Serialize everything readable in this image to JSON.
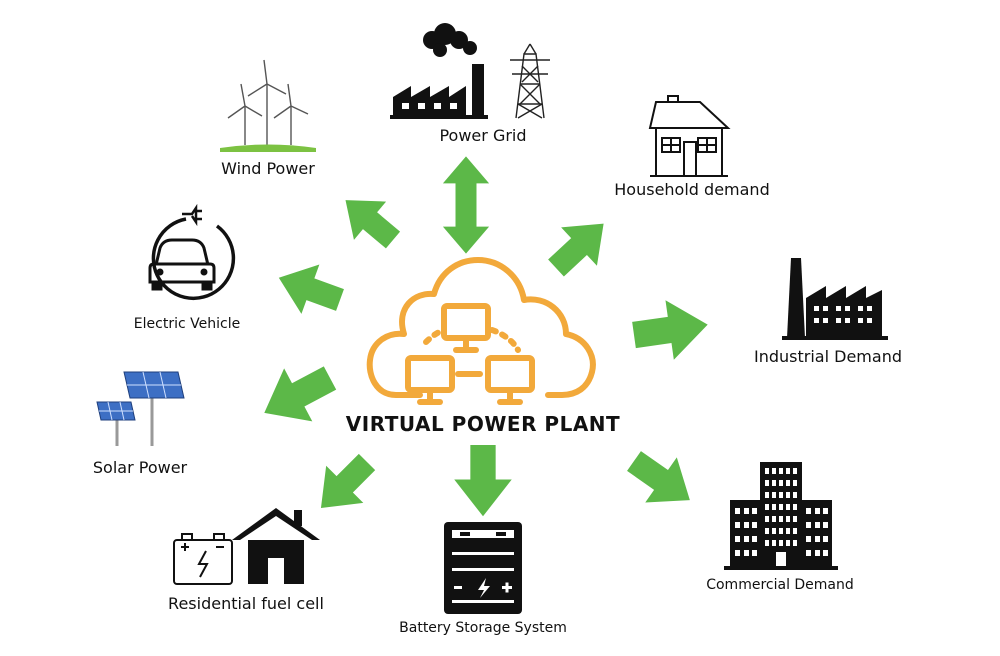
{
  "diagram": {
    "center_title": "VIRTUAL POWER PLANT",
    "colors": {
      "arrow": "#5cb848",
      "cloud": "#f2a93b",
      "icon": "#111111",
      "solar": "#3d6fc4",
      "wind_grass": "#7cc242"
    },
    "nodes": [
      {
        "id": "power-grid",
        "label": "Power Grid",
        "icon": "factory-pylon-icon",
        "flow": "bidirectional"
      },
      {
        "id": "wind-power",
        "label": "Wind Power",
        "icon": "wind-turbine-icon",
        "flow": "outward"
      },
      {
        "id": "household",
        "label": "Household demand",
        "icon": "house-icon",
        "flow": "outward"
      },
      {
        "id": "electric-vehicle",
        "label": "Electric Vehicle",
        "icon": "electric-vehicle-icon",
        "flow": "outward"
      },
      {
        "id": "industrial",
        "label": "Industrial Demand",
        "icon": "factory-icon",
        "flow": "outward"
      },
      {
        "id": "solar-power",
        "label": "Solar Power",
        "icon": "solar-panel-icon",
        "flow": "outward"
      },
      {
        "id": "residential-fuel-cell",
        "label": "Residential fuel cell",
        "icon": "fuel-cell-home-icon",
        "flow": "outward"
      },
      {
        "id": "battery-storage",
        "label": "Battery Storage System",
        "icon": "battery-icon",
        "flow": "outward"
      },
      {
        "id": "commercial",
        "label": "Commercial Demand",
        "icon": "office-building-icon",
        "flow": "outward"
      }
    ]
  }
}
